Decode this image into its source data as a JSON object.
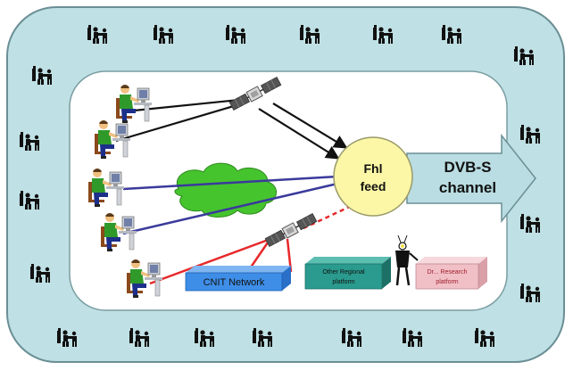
{
  "feed": {
    "line1": "Fhl",
    "line2": "feed"
  },
  "channel": {
    "line1": "DVB-S",
    "line2": "channel"
  },
  "network": {
    "label": "CNIT  Network"
  },
  "other_platform": {
    "line1": "Other Regional",
    "line2": "platform"
  },
  "research_platform": {
    "line1": "Dr... Research",
    "line2": "platform"
  },
  "colors": {
    "outer_frame": "#bfe0e4",
    "inner_panel": "#ffffff",
    "feed_circle": "#fbf7a6",
    "arrow": "#b9dde2",
    "cloud": "#46c42e",
    "network_box": "#3e8ee8",
    "other_platform_box": "#2a9b8e",
    "research_platform_box": "#f1c0c6",
    "link_dark": "#111111",
    "link_blue": "#3a3a9c",
    "link_red": "#e8282a"
  },
  "icons": {
    "crowd": "person-at-computer-icon",
    "user": "seated-user-workstation-icon",
    "satellite": "satellite-icon",
    "cloud": "internet-cloud-icon",
    "presenter": "presenter-figure-icon"
  }
}
